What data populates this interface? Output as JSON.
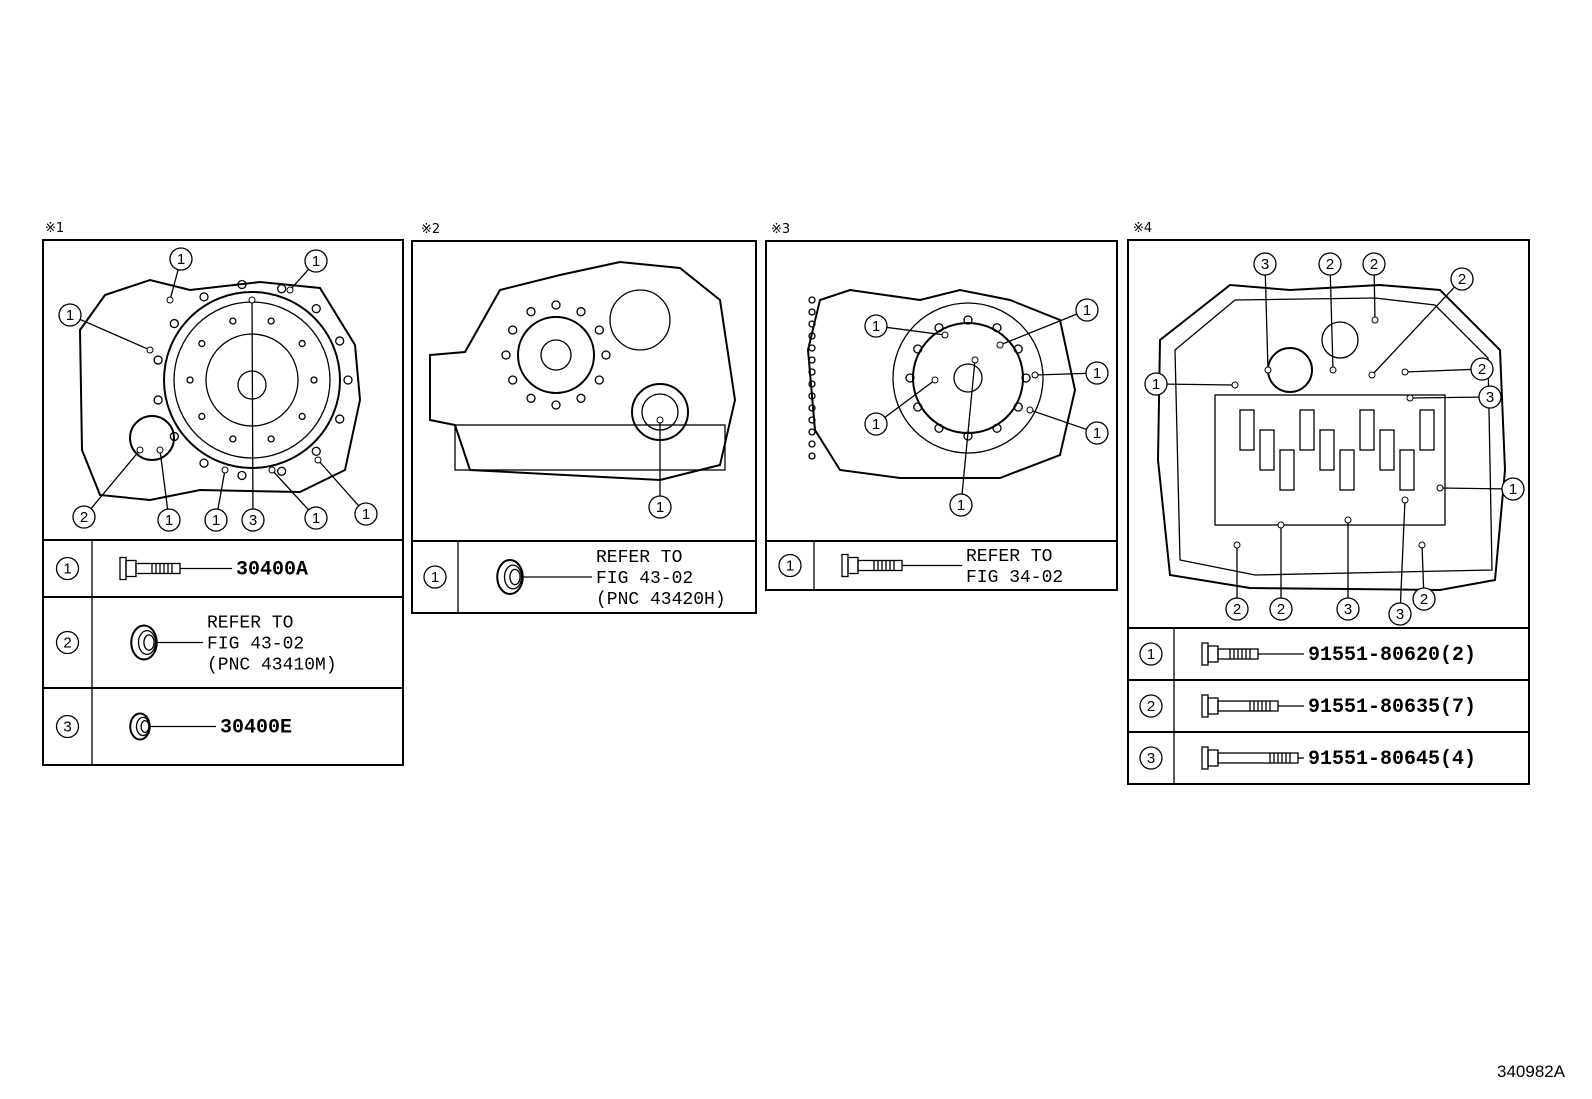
{
  "panels": [
    {
      "marker": "※1",
      "callouts": [
        "1",
        "1",
        "1",
        "2",
        "1",
        "1",
        "3",
        "1",
        "1"
      ],
      "rows": [
        {
          "num": "1",
          "part": "bolt",
          "text": [
            "30400A"
          ]
        },
        {
          "num": "2",
          "part": "oil-seal",
          "text": [
            "REFER TO",
            "FIG 43-02",
            "(PNC 43410M)"
          ]
        },
        {
          "num": "3",
          "part": "oil-seal",
          "text": [
            "30400E"
          ]
        }
      ]
    },
    {
      "marker": "※2",
      "callouts": [
        "1"
      ],
      "rows": [
        {
          "num": "1",
          "part": "oil-seal",
          "text": [
            "REFER TO",
            "FIG 43-02",
            "(PNC 43420H)"
          ]
        }
      ]
    },
    {
      "marker": "※3",
      "callouts": [
        "1",
        "1",
        "1",
        "1",
        "1",
        "1"
      ],
      "rows": [
        {
          "num": "1",
          "part": "bolt",
          "text": [
            "REFER TO",
            "FIG 34-02"
          ]
        }
      ]
    },
    {
      "marker": "※4",
      "callouts": [
        "3",
        "2",
        "2",
        "2",
        "1",
        "2",
        "3",
        "1",
        "2",
        "2",
        "3",
        "3",
        "2"
      ],
      "rows": [
        {
          "num": "1",
          "part": "bolt",
          "text": [
            "91551-80620(2)"
          ]
        },
        {
          "num": "2",
          "part": "bolt",
          "text": [
            "91551-80635(7)"
          ]
        },
        {
          "num": "3",
          "part": "bolt",
          "text": [
            "91551-80645(4)"
          ]
        }
      ]
    }
  ],
  "illustration_code": "340982A"
}
